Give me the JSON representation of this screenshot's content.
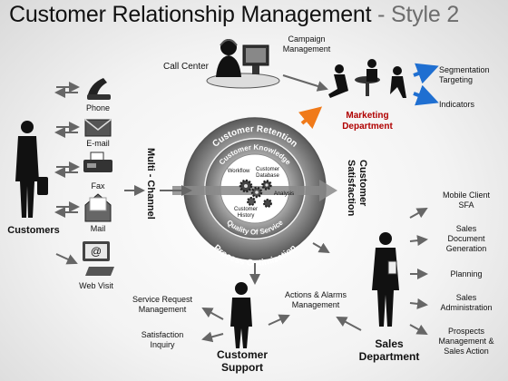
{
  "title": {
    "main": "Customer Relationship Management",
    "sub": " - Style 2"
  },
  "colors": {
    "accent_blue": "#1f6fd1",
    "accent_orange": "#f07a1a",
    "ring_gray": "#7a7a7a",
    "dept_red": "#b00000"
  },
  "left": {
    "channels": [
      "Phone",
      "E-mail",
      "Fax",
      "Mail",
      "Web Visit"
    ],
    "customers_label": "Customers",
    "multichannel_label": "Multi - Channel"
  },
  "top": {
    "call_center_label": "Call Center",
    "campaign_label": "Campaign\nManagement",
    "marketing_label": "Marketing\nDepartment",
    "marketing_outputs": [
      "Segmentation\nTargeting",
      "Indicators"
    ]
  },
  "cycle": {
    "outer_top": "Customer Retention",
    "inner_top": "Customer Knowledge",
    "inner_bottom": "Quality Of Service",
    "outer_bottom": "Process Optimization",
    "center_items": [
      "Workflow",
      "Customer\nDatabase",
      "Analysis",
      "Customer\nHistory"
    ]
  },
  "right": {
    "satisfaction_label": "Customer\nSatisfaction",
    "sales_items": [
      "Mobile Client\nSFA",
      "Sales\nDocument\nGeneration",
      "Planning",
      "Sales\nAdministration",
      "Prospects\nManagement &\nSales Action"
    ],
    "sales_dept_label": "Sales\nDepartment"
  },
  "bottom": {
    "service_items": [
      "Service Request\nManagement",
      "Satisfaction\nInquiry"
    ],
    "support_label": "Customer\nSupport",
    "actions_label": "Actions & Alarms\nManagement"
  }
}
